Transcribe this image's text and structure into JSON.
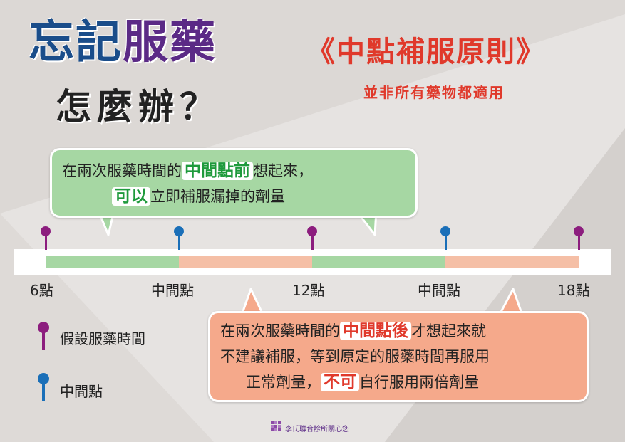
{
  "title": {
    "line1_a": "忘記",
    "line1_b": "服藥",
    "line2": "怎麼辦？"
  },
  "rule": {
    "title": "《中點補服原則》",
    "subtitle": "並非所有藥物都適用"
  },
  "bubble_before": {
    "line1_pre": "在兩次服藥時間的",
    "line1_hl": "中間點前",
    "line1_post": "想起來，",
    "line2_hl": "可以",
    "line2_post": "立即補服漏掉的劑量"
  },
  "bubble_after": {
    "line1_pre": "在兩次服藥時間的",
    "line1_hl": "中間點後",
    "line1_post": "才想起來就",
    "line2": "不建議補服，等到原定的服藥時間再服用",
    "line3_pre": "正常劑量，",
    "line3_hl": "不可",
    "line3_post": "自行服用兩倍劑量"
  },
  "timeline": {
    "labels": [
      "6點",
      "中間點",
      "12點",
      "中間點",
      "18點"
    ]
  },
  "legend": {
    "dose_time": "假設服藥時間",
    "midpoint": "中間點"
  },
  "footer": {
    "clinic": "李氏聯合診所關心您"
  },
  "colors": {
    "purple_pin": "#8c1d7e",
    "blue_pin": "#1a6fb8",
    "green": "#a6d7a3",
    "orange": "#f5a98b",
    "red": "#e0392b"
  }
}
